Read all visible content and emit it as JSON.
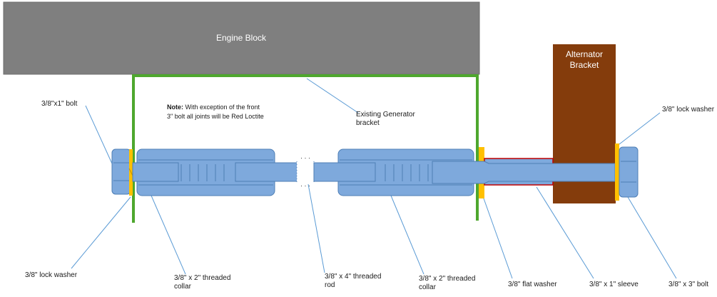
{
  "blocks": {
    "engine_block": "Engine Block",
    "alternator_line1": "Alternator",
    "alternator_line2": "Bracket"
  },
  "note": {
    "bold": "Note:",
    "line1_rest": " With exception of the front",
    "line2": "3\" bolt all joints will be Red Loctite"
  },
  "callouts": {
    "existing_bracket_l1": "Existing Generator",
    "existing_bracket_l2": "bracket",
    "bolt_1in": "3/8\"x1\" bolt",
    "lock_washer_right": "3/8\" lock washer",
    "lock_washer_left": "3/8\" lock washer",
    "collar_left_l1": "3/8\" x 2\" threaded",
    "collar_left_l2": "collar",
    "rod_l1": "3/8\" x 4\" threaded",
    "rod_l2": "rod",
    "collar_right_l1": "3/8\" x 2\" threaded",
    "collar_right_l2": "collar",
    "flat_washer": "3/8\" flat washer",
    "sleeve": "3/8\" x 1\" sleeve",
    "bolt_3in": "3/8\" x 3\" bolt"
  },
  "colors": {
    "engine_block": "#7f7f7f",
    "alternator_bracket": "#843c0c",
    "generator_bracket": "#4ea72e",
    "washer": "#ffc000",
    "hardware": "#7ea9dc",
    "sleeve_edge": "#c00000",
    "leader_line": "#5b9bd5"
  }
}
